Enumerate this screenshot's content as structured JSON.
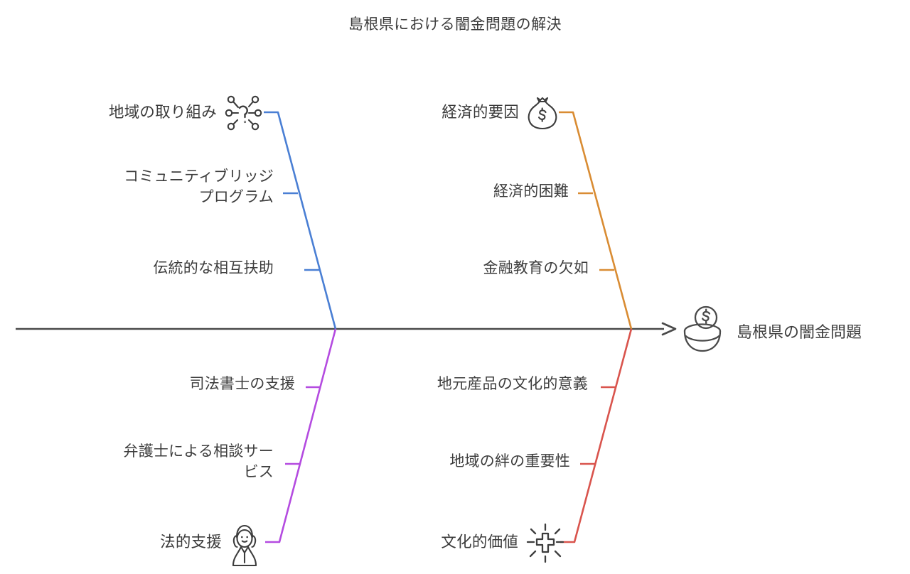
{
  "diagram": {
    "type": "fishbone",
    "title": "島根県における闇金問題の解決",
    "head": {
      "label": "島根県の闇金問題",
      "icon": "coin-bowl-icon"
    },
    "spine_color": "#4a4a4a",
    "branches": [
      {
        "id": "community-efforts",
        "position": "upper-left",
        "category": "地域の取り組み",
        "icon": "network-question-icon",
        "color": "#4a7fd4",
        "causes": [
          "コミュニティブリッジ\nプログラム",
          "伝統的な相互扶助"
        ]
      },
      {
        "id": "economic-factors",
        "position": "upper-right",
        "category": "経済的要因",
        "icon": "money-bag-icon",
        "color": "#d98c33",
        "causes": [
          "経済的困難",
          "金融教育の欠如"
        ]
      },
      {
        "id": "legal-support",
        "position": "lower-left",
        "category": "法的支援",
        "icon": "lawyer-person-icon",
        "color": "#b44be0",
        "causes": [
          "司法書士の支援",
          "弁護士による相談サー\nビス"
        ]
      },
      {
        "id": "cultural-values",
        "position": "lower-right",
        "category": "文化的価値",
        "icon": "shine-cross-icon",
        "color": "#d9544d",
        "causes": [
          "地元産品の文化的意義",
          "地域の絆の重要性"
        ]
      }
    ]
  }
}
